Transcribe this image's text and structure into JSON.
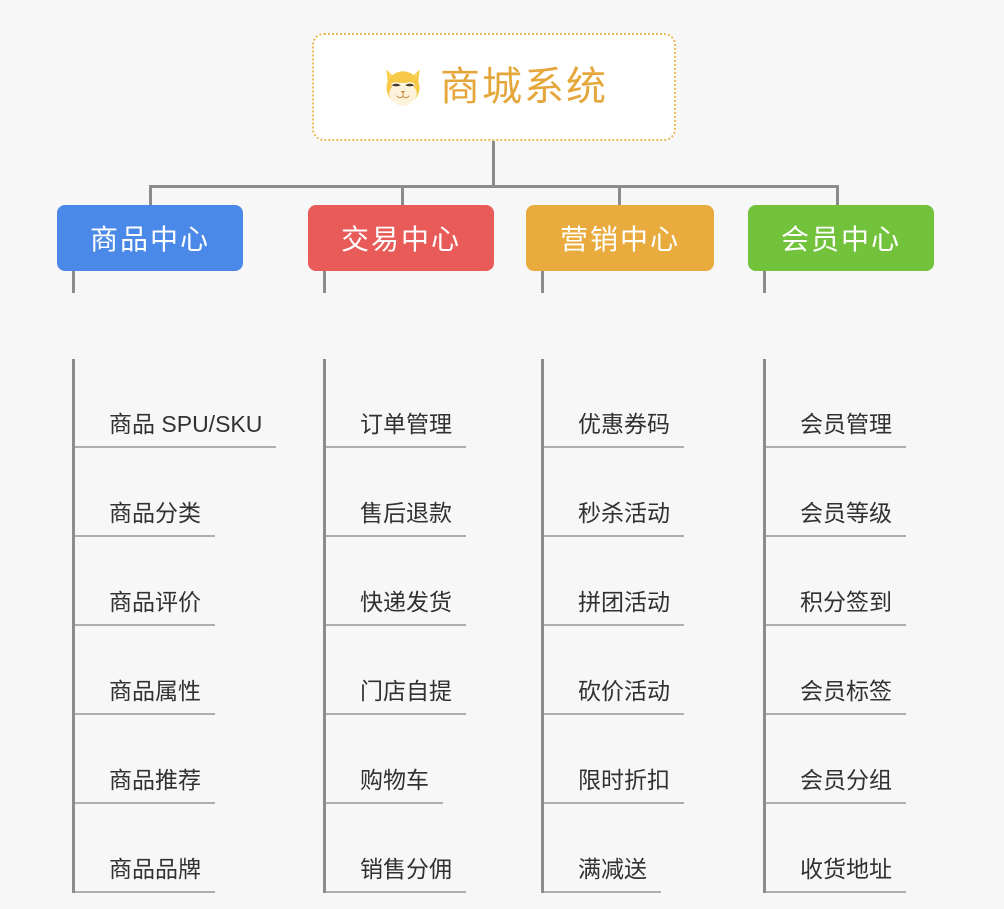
{
  "diagram": {
    "title": "商城系统",
    "type": "mindmap-org-chart",
    "background_color": "#f7f7f7"
  },
  "root": {
    "label": "商城系统",
    "icon": "shiba-dog-face-emoji",
    "text_color": "#e5a73c",
    "border_color": "#edb855",
    "background_color": "#ffffff"
  },
  "connectors": {
    "color": "#8c8c8c"
  },
  "branches": [
    {
      "label": "商品中心",
      "color": "#4a89e8",
      "items": [
        {
          "label": "商品 SPU/SKU"
        },
        {
          "label": "商品分类"
        },
        {
          "label": "商品评价"
        },
        {
          "label": "商品属性"
        },
        {
          "label": "商品推荐"
        },
        {
          "label": "商品品牌"
        }
      ]
    },
    {
      "label": "交易中心",
      "color": "#e85b58",
      "items": [
        {
          "label": "订单管理"
        },
        {
          "label": "售后退款"
        },
        {
          "label": "快递发货"
        },
        {
          "label": "门店自提"
        },
        {
          "label": "购物车"
        },
        {
          "label": "销售分佣"
        }
      ]
    },
    {
      "label": "营销中心",
      "color": "#e9ab3d",
      "items": [
        {
          "label": "优惠券码"
        },
        {
          "label": "秒杀活动"
        },
        {
          "label": "拼团活动"
        },
        {
          "label": "砍价活动"
        },
        {
          "label": "限时折扣"
        },
        {
          "label": "满减送"
        }
      ]
    },
    {
      "label": "会员中心",
      "color": "#72c23c",
      "items": [
        {
          "label": "会员管理"
        },
        {
          "label": "会员等级"
        },
        {
          "label": "积分签到"
        },
        {
          "label": "会员标签"
        },
        {
          "label": "会员分组"
        },
        {
          "label": "收货地址"
        }
      ]
    }
  ]
}
